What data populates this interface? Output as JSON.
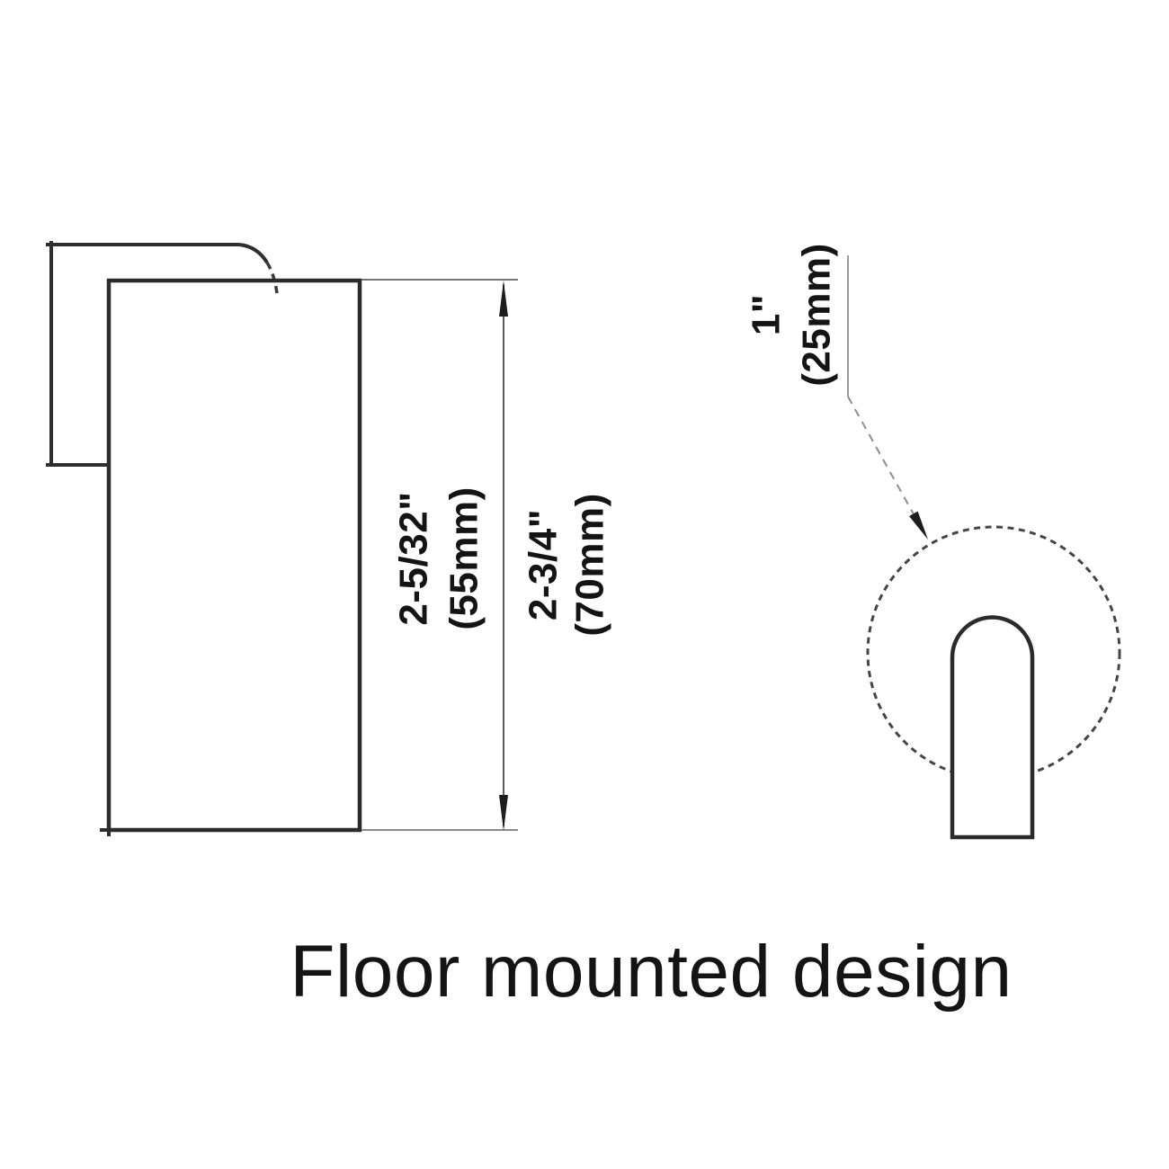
{
  "caption": "Floor mounted design",
  "side_view": {
    "body_height_dim": {
      "inches": "2-5/32\"",
      "mm": "(55mm)"
    },
    "overall_height_dim": {
      "inches": "2-3/4\"",
      "mm": "(70mm)"
    }
  },
  "top_view": {
    "post_diameter_dim": {
      "inches": "1\"",
      "mm": "(25mm)"
    }
  },
  "colors": {
    "background": "#ffffff",
    "outline": "#2b2b2b",
    "thin_line": "#757575",
    "dashed_circle": "#454545",
    "leader_line": "#949494",
    "arrow": "#1d1d1d",
    "text": "#141414"
  }
}
